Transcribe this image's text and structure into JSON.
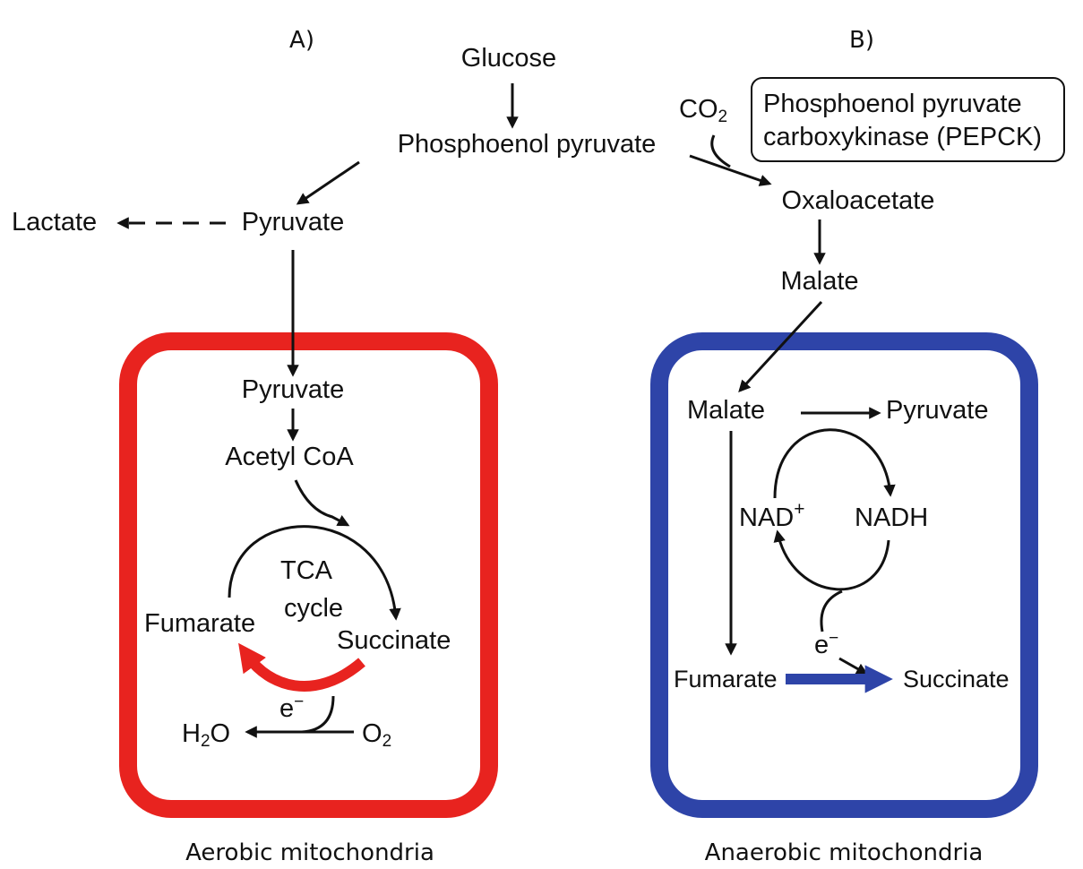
{
  "panels": {
    "a_label": "A)",
    "b_label": "B)"
  },
  "top": {
    "glucose": "Glucose",
    "pep": "Phosphoenol pyruvate",
    "pyruvate": "Pyruvate",
    "lactate": "Lactate",
    "co2_base": "CO",
    "co2_sub": "2",
    "pepck_line1": "Phosphoenol pyruvate",
    "pepck_line2": "carboxykinase (PEPCK)",
    "oxaloacetate": "Oxaloacetate",
    "malate": "Malate"
  },
  "aerobic": {
    "pyruvate": "Pyruvate",
    "acetyl_coa": "Acetyl CoA",
    "tca_line1": "TCA",
    "tca_line2": "cycle",
    "fumarate": "Fumarate",
    "succinate": "Succinate",
    "electron_base": "e",
    "electron_sup": "−",
    "water_h": "H",
    "water_sub": "2",
    "water_o": "O",
    "oxygen_base": "O",
    "oxygen_sub": "2",
    "caption": "Aerobic mitochondria",
    "color": "#e8231f"
  },
  "anaerobic": {
    "malate": "Malate",
    "pyruvate": "Pyruvate",
    "nad_base": "NAD",
    "nad_sup": "+",
    "nadh": "NADH",
    "electron_base": "e",
    "electron_sup": "−",
    "fumarate": "Fumarate",
    "succinate": "Succinate",
    "caption": "Anaerobic mitochondria",
    "color": "#2e44a8"
  }
}
